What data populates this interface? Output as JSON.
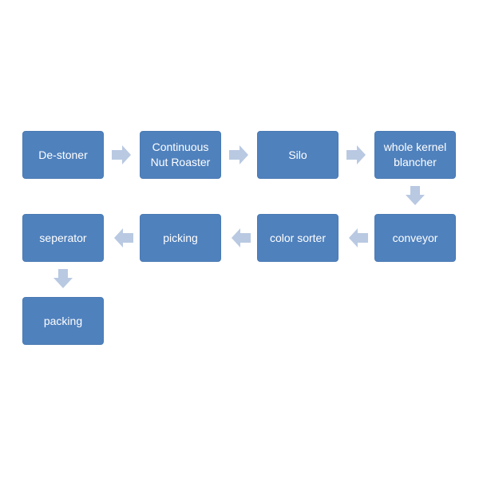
{
  "colors": {
    "node_fill": "#4f81bd",
    "arrow_fill": "#b9c9e2",
    "text": "#ffffff"
  },
  "nodes": [
    {
      "label": "De-stoner"
    },
    {
      "label": "Continuous\nNut Roaster"
    },
    {
      "label": "Silo"
    },
    {
      "label": "whole kernel\nblancher"
    },
    {
      "label": "conveyor"
    },
    {
      "label": "color sorter"
    },
    {
      "label": "picking"
    },
    {
      "label": "seperator"
    },
    {
      "label": "packing"
    }
  ],
  "arrows": [
    {
      "direction": "right-arrow-icon"
    },
    {
      "direction": "right-arrow-icon"
    },
    {
      "direction": "right-arrow-icon"
    },
    {
      "direction": "down-arrow-icon"
    },
    {
      "direction": "left-arrow-icon"
    },
    {
      "direction": "left-arrow-icon"
    },
    {
      "direction": "left-arrow-icon"
    },
    {
      "direction": "down-arrow-icon"
    }
  ]
}
